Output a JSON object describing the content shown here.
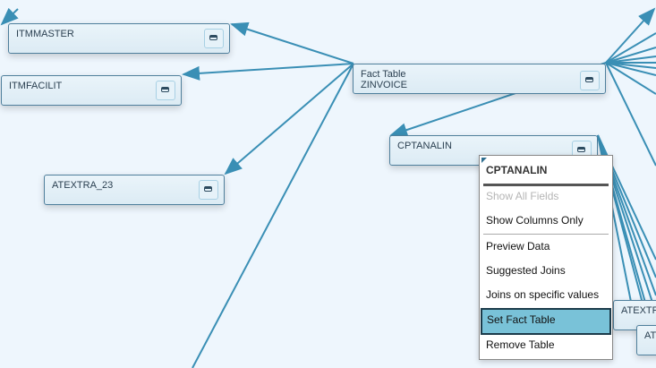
{
  "tables": [
    {
      "id": "itmmaster",
      "name": "ITMMASTER"
    },
    {
      "id": "itmfacilit",
      "name": "ITMFACILIT"
    },
    {
      "id": "atextra23",
      "name": "ATEXTRA_23"
    },
    {
      "id": "fact",
      "name": "Fact Table",
      "name2": "ZINVOICE"
    },
    {
      "id": "cptanalin",
      "name": "CPTANALIN"
    },
    {
      "id": "atextra_partial",
      "name": "ATEXTR"
    },
    {
      "id": "at_partial",
      "name": "AT"
    }
  ],
  "context_menu": {
    "title": "CPTANALIN",
    "items": [
      {
        "label": "Show All Fields",
        "disabled": true
      },
      {
        "label": "Show Columns Only"
      },
      {
        "label": "Preview Data"
      },
      {
        "label": "Suggested Joins"
      },
      {
        "label": "Joins on specific values"
      },
      {
        "label": "Set Fact Table",
        "selected": true
      },
      {
        "label": "Remove Table"
      }
    ]
  },
  "colors": {
    "link": "#3a8fb5",
    "background": "#eef6fd",
    "selected": "#79c2d8"
  }
}
